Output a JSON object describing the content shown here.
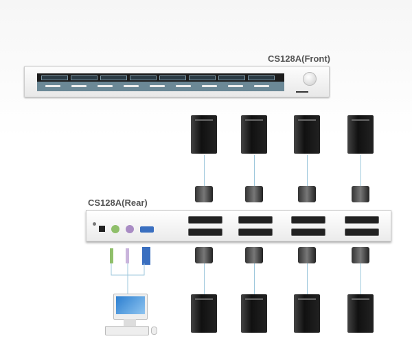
{
  "labels": {
    "front": "CS128A(Front)",
    "rear": "CS128A(Rear)"
  },
  "colors": {
    "ps2_keyboard": "#8fbf6a",
    "ps2_mouse": "#a98cc4",
    "vga": "#3a6fc0",
    "panel": "#6b8896"
  },
  "pc_count_top": 4,
  "pc_count_bottom": 4
}
